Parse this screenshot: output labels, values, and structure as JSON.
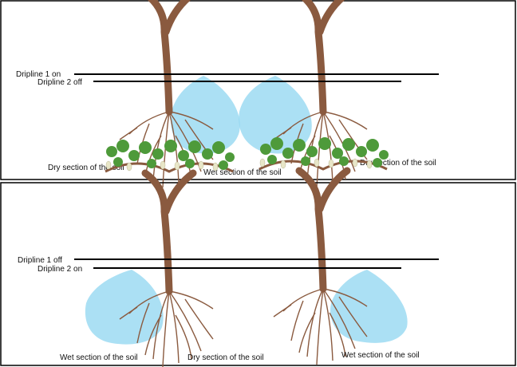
{
  "panels": [
    {
      "dripline1": "Dripline 1 on",
      "dripline2": "Dripline 2 off",
      "labels": [
        "Dry section of the soil",
        "Wet section of the soil",
        "Dry section of the soil"
      ]
    },
    {
      "dripline1": "Dripline 1 off",
      "dripline2": "Dripline 2 on",
      "labels": [
        "Wet section of the soil",
        "Dry section of the soil",
        "Wet section of the soil"
      ]
    }
  ],
  "colors": {
    "water": "#8fd6f0",
    "trunk": "#8a5a3f",
    "leaf": "#4e9a3a",
    "grape": "#e8e6c8"
  }
}
